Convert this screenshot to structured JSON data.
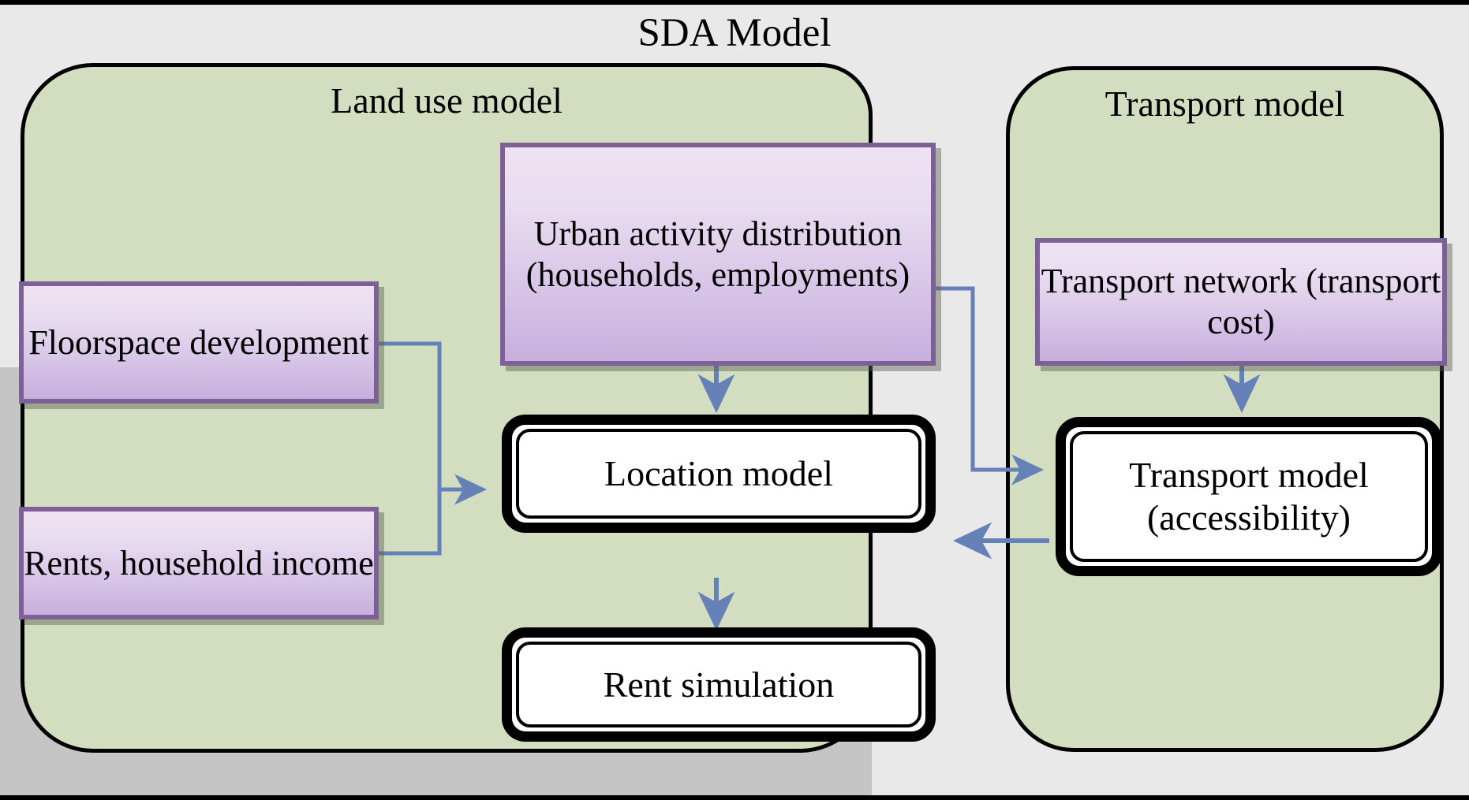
{
  "title": "SDA Model",
  "panels": {
    "land_use": {
      "title": "Land use model"
    },
    "transport": {
      "title": "Transport model"
    }
  },
  "boxes": {
    "floorspace": {
      "label": "Floorspace development"
    },
    "rents": {
      "label": "Rents, household income"
    },
    "urban_activity": {
      "label": "Urban activity distribution (households, employments)"
    },
    "transport_network": {
      "label": "Transport network (transport cost)"
    },
    "location_model": {
      "label": "Location model"
    },
    "rent_simulation": {
      "label": "Rent simulation"
    },
    "transport_model": {
      "label": "Transport model (accessibility)"
    }
  },
  "colors": {
    "canvas_background": "#b5b5b5",
    "header_background": "#e9e9e9",
    "panel_fill": "#d2debf",
    "panel_border": "#000000",
    "data_box_border": "#7d6196",
    "data_box_fill_top": "#efe2f2",
    "data_box_fill_bottom": "#c7b0dd",
    "process_box_fill": "#ffffff",
    "process_box_border": "#000000",
    "connector": "#6680b8",
    "text": "#000000"
  },
  "connectors": [
    {
      "name": "floorspace-to-location",
      "from": "floorspace",
      "to": "location_model",
      "style": "elbow-arrow"
    },
    {
      "name": "rents-to-location",
      "from": "rents",
      "to": "location_model",
      "style": "elbow-arrow"
    },
    {
      "name": "urban-activity-to-location",
      "from": "urban_activity",
      "to": "location_model",
      "style": "straight-down-arrow"
    },
    {
      "name": "urban-activity-to-transport-model",
      "from": "urban_activity",
      "to": "transport_model",
      "style": "elbow-arrow"
    },
    {
      "name": "transport-network-to-transport-model",
      "from": "transport_network",
      "to": "transport_model",
      "style": "straight-down-arrow"
    },
    {
      "name": "transport-model-to-location",
      "from": "transport_model",
      "to": "location_model",
      "style": "straight-left-arrow"
    },
    {
      "name": "location-to-rent-simulation",
      "from": "location_model",
      "to": "rent_simulation",
      "style": "straight-down-arrow"
    }
  ]
}
